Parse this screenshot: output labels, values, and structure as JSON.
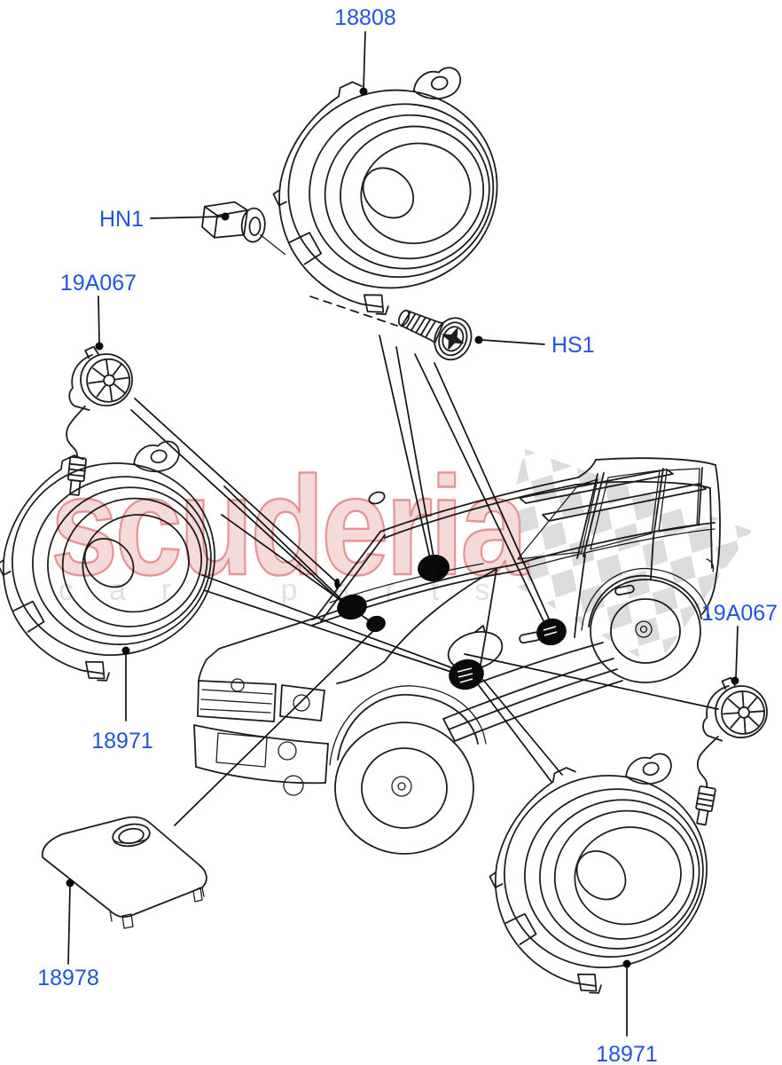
{
  "callouts": [
    {
      "id": "speaker-top",
      "label": "18808"
    },
    {
      "id": "nut",
      "label": "HN1"
    },
    {
      "id": "tweeter-left",
      "label": "19A067"
    },
    {
      "id": "screw",
      "label": "HS1"
    },
    {
      "id": "speaker-left",
      "label": "18971"
    },
    {
      "id": "cover",
      "label": "18978"
    },
    {
      "id": "tweeter-right",
      "label": "19A067"
    },
    {
      "id": "speaker-right",
      "label": "18971"
    }
  ],
  "watermark": {
    "brand": "scuderia",
    "subtext": "car parts"
  },
  "colors": {
    "background": "#ffffff",
    "line_art": "#1d1d1d",
    "part_label_blue": "#2353e0",
    "watermark_pink_fill": "#f6d6d6",
    "watermark_pink_outline": "#e48a8a",
    "watermark_gray": "#dfdfdf",
    "watermark_checker": "#d9d9d9"
  }
}
